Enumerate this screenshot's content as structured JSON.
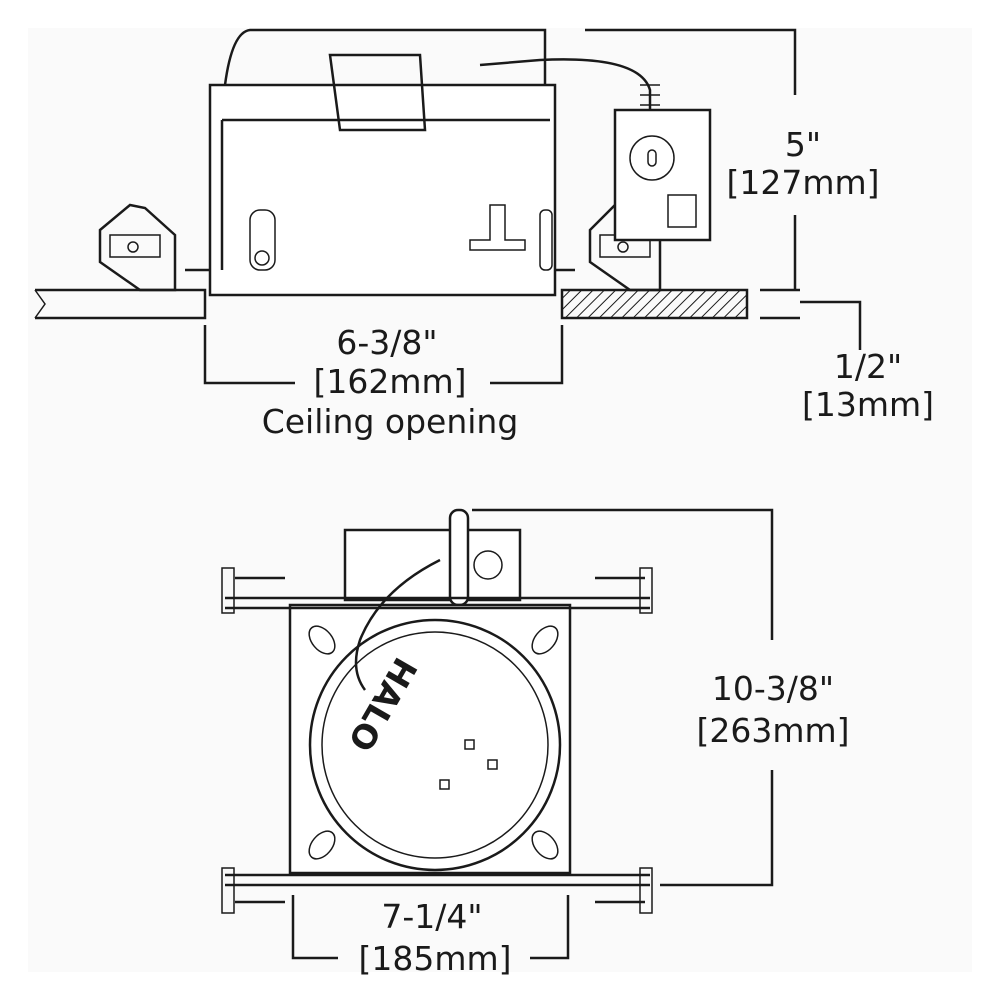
{
  "top_view": {
    "height_dim": {
      "imperial": "5\"",
      "metric": "[127mm]"
    },
    "opening_dim": {
      "imperial": "6-3/8\"",
      "metric": "[162mm]",
      "caption": "Ceiling opening"
    },
    "ceiling_dim": {
      "imperial": "1/2\"",
      "metric": "[13mm]"
    }
  },
  "bottom_view": {
    "length_dim": {
      "imperial": "10-3/8\"",
      "metric": "[263mm]"
    },
    "width_dim": {
      "imperial": "7-1/4\"",
      "metric": "[185mm]"
    },
    "brand_mark": "HALO"
  }
}
